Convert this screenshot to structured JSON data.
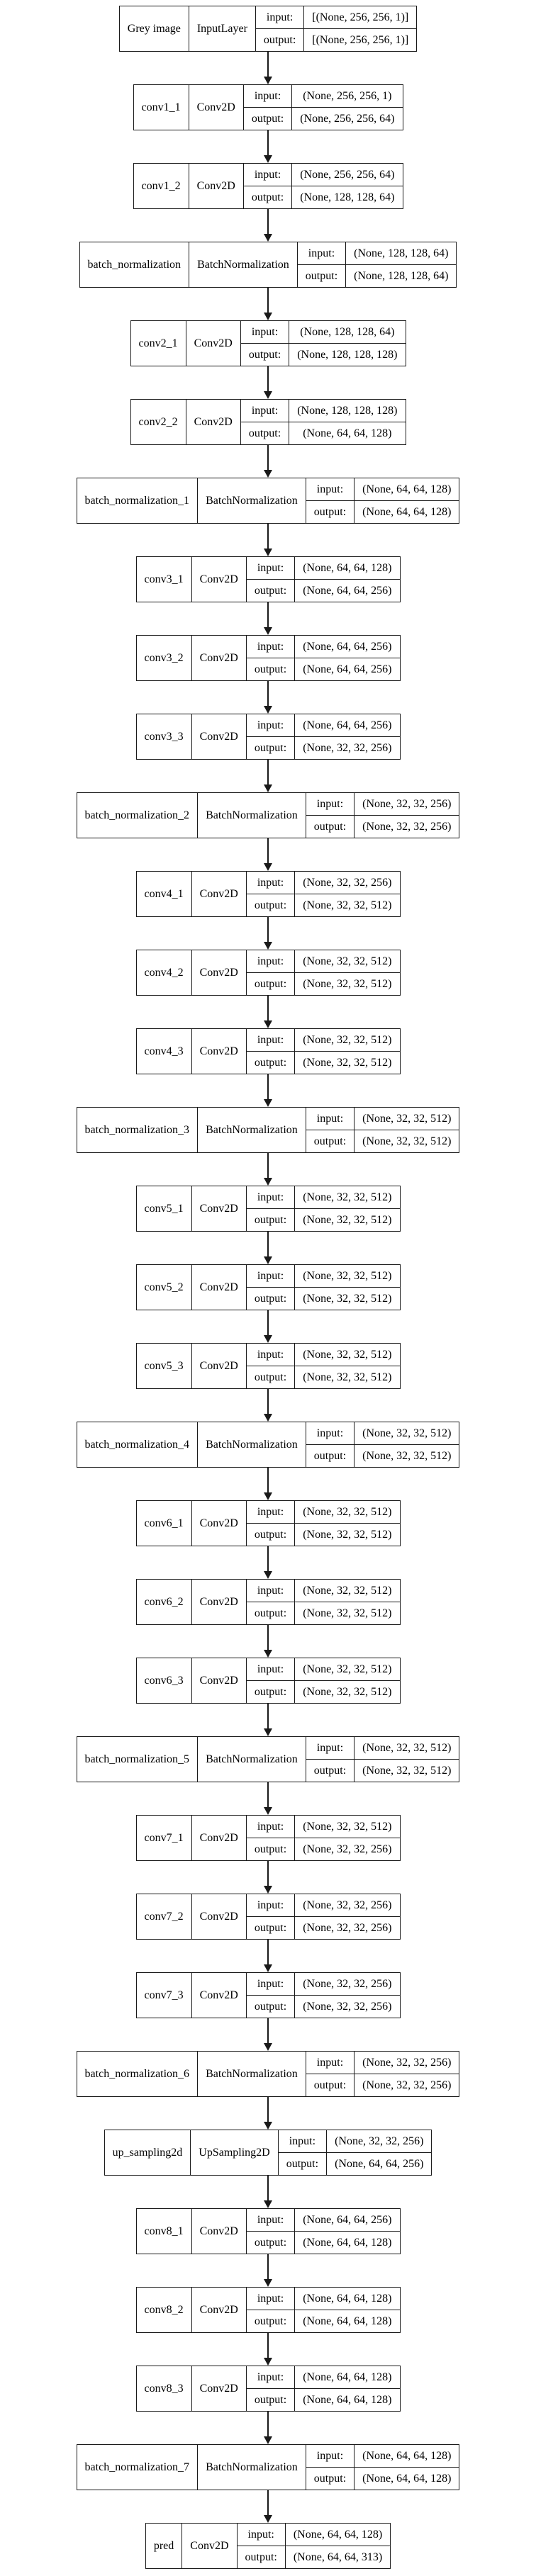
{
  "labels": {
    "input": "input:",
    "output": "output:"
  },
  "nodes": [
    {
      "name": "Grey image",
      "type": "InputLayer",
      "input": "[(None, 256, 256, 1)]",
      "output": "[(None, 256, 256, 1)]"
    },
    {
      "name": "conv1_1",
      "type": "Conv2D",
      "input": "(None, 256, 256, 1)",
      "output": "(None, 256, 256, 64)"
    },
    {
      "name": "conv1_2",
      "type": "Conv2D",
      "input": "(None, 256, 256, 64)",
      "output": "(None, 128, 128, 64)"
    },
    {
      "name": "batch_normalization",
      "type": "BatchNormalization",
      "input": "(None, 128, 128, 64)",
      "output": "(None, 128, 128, 64)"
    },
    {
      "name": "conv2_1",
      "type": "Conv2D",
      "input": "(None, 128, 128, 64)",
      "output": "(None, 128, 128, 128)"
    },
    {
      "name": "conv2_2",
      "type": "Conv2D",
      "input": "(None, 128, 128, 128)",
      "output": "(None, 64, 64, 128)"
    },
    {
      "name": "batch_normalization_1",
      "type": "BatchNormalization",
      "input": "(None, 64, 64, 128)",
      "output": "(None, 64, 64, 128)"
    },
    {
      "name": "conv3_1",
      "type": "Conv2D",
      "input": "(None, 64, 64, 128)",
      "output": "(None, 64, 64, 256)"
    },
    {
      "name": "conv3_2",
      "type": "Conv2D",
      "input": "(None, 64, 64, 256)",
      "output": "(None, 64, 64, 256)"
    },
    {
      "name": "conv3_3",
      "type": "Conv2D",
      "input": "(None, 64, 64, 256)",
      "output": "(None, 32, 32, 256)"
    },
    {
      "name": "batch_normalization_2",
      "type": "BatchNormalization",
      "input": "(None, 32, 32, 256)",
      "output": "(None, 32, 32, 256)"
    },
    {
      "name": "conv4_1",
      "type": "Conv2D",
      "input": "(None, 32, 32, 256)",
      "output": "(None, 32, 32, 512)"
    },
    {
      "name": "conv4_2",
      "type": "Conv2D",
      "input": "(None, 32, 32, 512)",
      "output": "(None, 32, 32, 512)"
    },
    {
      "name": "conv4_3",
      "type": "Conv2D",
      "input": "(None, 32, 32, 512)",
      "output": "(None, 32, 32, 512)"
    },
    {
      "name": "batch_normalization_3",
      "type": "BatchNormalization",
      "input": "(None, 32, 32, 512)",
      "output": "(None, 32, 32, 512)"
    },
    {
      "name": "conv5_1",
      "type": "Conv2D",
      "input": "(None, 32, 32, 512)",
      "output": "(None, 32, 32, 512)"
    },
    {
      "name": "conv5_2",
      "type": "Conv2D",
      "input": "(None, 32, 32, 512)",
      "output": "(None, 32, 32, 512)"
    },
    {
      "name": "conv5_3",
      "type": "Conv2D",
      "input": "(None, 32, 32, 512)",
      "output": "(None, 32, 32, 512)"
    },
    {
      "name": "batch_normalization_4",
      "type": "BatchNormalization",
      "input": "(None, 32, 32, 512)",
      "output": "(None, 32, 32, 512)"
    },
    {
      "name": "conv6_1",
      "type": "Conv2D",
      "input": "(None, 32, 32, 512)",
      "output": "(None, 32, 32, 512)"
    },
    {
      "name": "conv6_2",
      "type": "Conv2D",
      "input": "(None, 32, 32, 512)",
      "output": "(None, 32, 32, 512)"
    },
    {
      "name": "conv6_3",
      "type": "Conv2D",
      "input": "(None, 32, 32, 512)",
      "output": "(None, 32, 32, 512)"
    },
    {
      "name": "batch_normalization_5",
      "type": "BatchNormalization",
      "input": "(None, 32, 32, 512)",
      "output": "(None, 32, 32, 512)"
    },
    {
      "name": "conv7_1",
      "type": "Conv2D",
      "input": "(None, 32, 32, 512)",
      "output": "(None, 32, 32, 256)"
    },
    {
      "name": "conv7_2",
      "type": "Conv2D",
      "input": "(None, 32, 32, 256)",
      "output": "(None, 32, 32, 256)"
    },
    {
      "name": "conv7_3",
      "type": "Conv2D",
      "input": "(None, 32, 32, 256)",
      "output": "(None, 32, 32, 256)"
    },
    {
      "name": "batch_normalization_6",
      "type": "BatchNormalization",
      "input": "(None, 32, 32, 256)",
      "output": "(None, 32, 32, 256)"
    },
    {
      "name": "up_sampling2d",
      "type": "UpSampling2D",
      "input": "(None, 32, 32, 256)",
      "output": "(None, 64, 64, 256)"
    },
    {
      "name": "conv8_1",
      "type": "Conv2D",
      "input": "(None, 64, 64, 256)",
      "output": "(None, 64, 64, 128)"
    },
    {
      "name": "conv8_2",
      "type": "Conv2D",
      "input": "(None, 64, 64, 128)",
      "output": "(None, 64, 64, 128)"
    },
    {
      "name": "conv8_3",
      "type": "Conv2D",
      "input": "(None, 64, 64, 128)",
      "output": "(None, 64, 64, 128)"
    },
    {
      "name": "batch_normalization_7",
      "type": "BatchNormalization",
      "input": "(None, 64, 64, 128)",
      "output": "(None, 64, 64, 128)"
    },
    {
      "name": "pred",
      "type": "Conv2D",
      "input": "(None, 64, 64, 128)",
      "output": "(None, 64, 64, 313)"
    }
  ]
}
